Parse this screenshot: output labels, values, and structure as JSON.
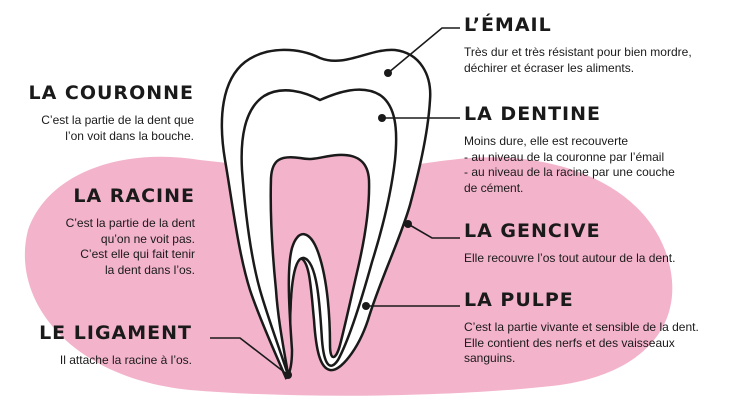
{
  "colors": {
    "gum": "#f3b3cb",
    "pulp": "#f3b3cb",
    "enamel": "#ffffff",
    "dentine": "#ffffff",
    "outline": "#1a1a1a"
  },
  "labels": {
    "email": {
      "title": "L’ÉMAIL",
      "desc": "Très dur et très résistant pour bien mordre,\ndéchirer et écraser les aliments."
    },
    "couronne": {
      "title": "LA COURONNE",
      "desc": "C’est la partie de la dent que\nl’on voit dans la bouche."
    },
    "dentine": {
      "title": "LA DENTINE",
      "desc": "Moins dure, elle est recouverte\n- au niveau de la couronne par l’émail\n- au niveau de la racine par une couche\nde cément."
    },
    "racine": {
      "title": "LA RACINE",
      "desc": "C’est la partie de la dent\nqu’on ne voit pas.\nC’est elle qui fait tenir\nla dent dans l’os."
    },
    "gencive": {
      "title": "LA GENCIVE",
      "desc": "Elle recouvre l’os tout autour de la dent."
    },
    "pulpe": {
      "title": "LA PULPE",
      "desc": "C’est la partie vivante et sensible de la dent.\nElle contient des nerfs et des vaisseaux\nsanguins."
    },
    "ligament": {
      "title": "LE LIGAMENT",
      "desc": "Il attache la racine à l’os."
    }
  }
}
